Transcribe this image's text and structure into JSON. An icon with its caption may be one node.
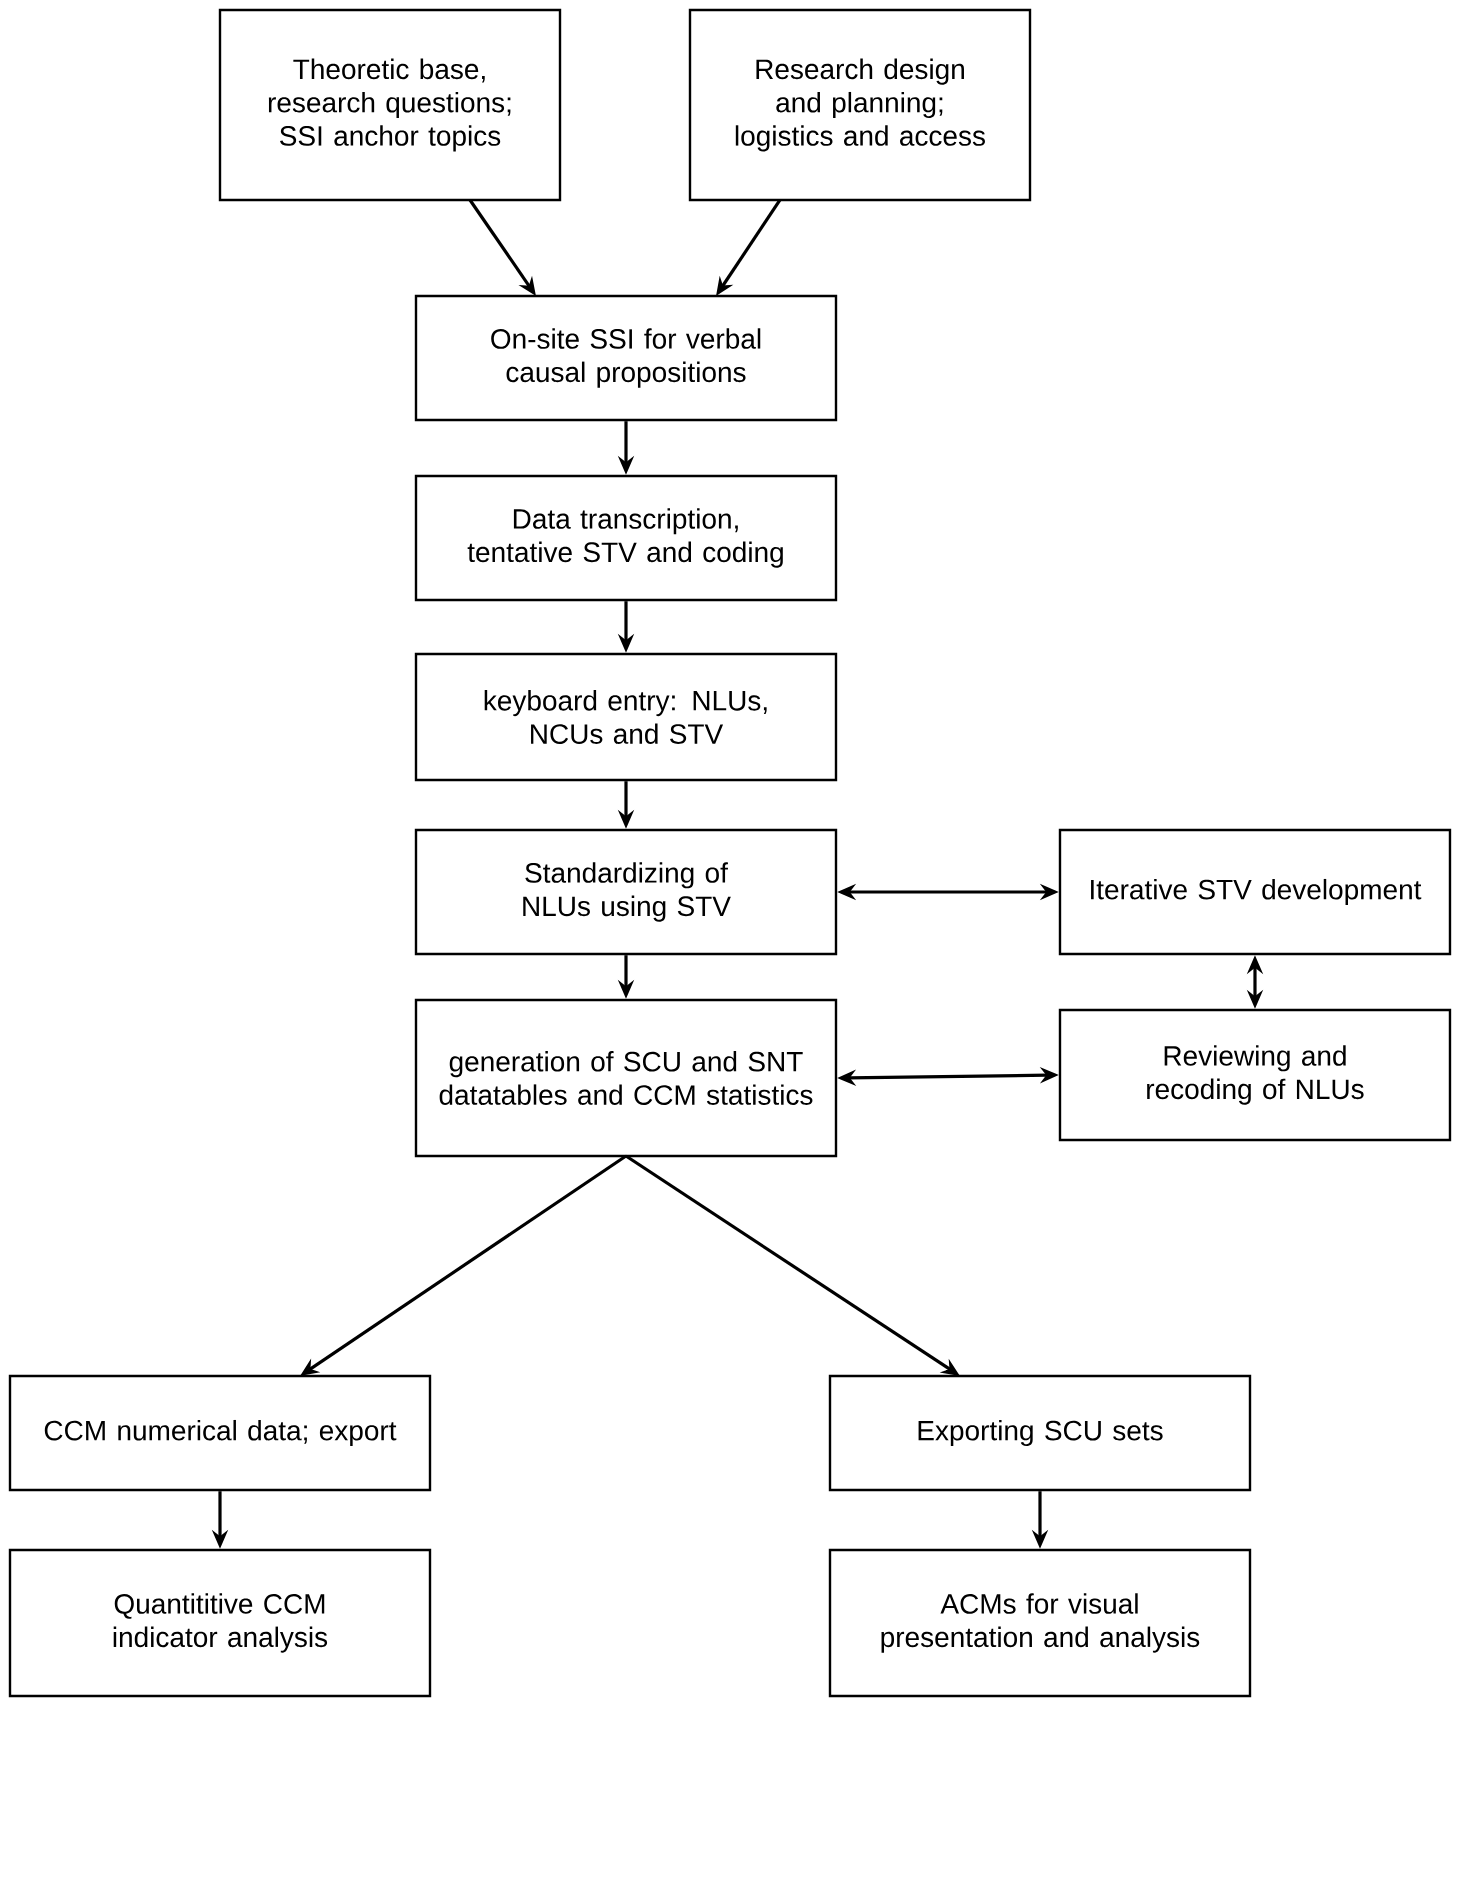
{
  "diagram": {
    "nodes": [
      {
        "text": [
          "Theoretic base, research questions; SSI anchor topics"
        ]
      },
      {
        "text": [
          "Research design and planning; logistics and access"
        ]
      },
      {
        "text": [
          "On-site SSI for verbal causal propositions"
        ]
      },
      {
        "text": [
          "Data transcription, tentative STV and coding"
        ]
      },
      {
        "text": [
          "keyboard entry: NLUs, NCUs and STV"
        ]
      },
      {
        "text": [
          "Standardizing of NLUs using STV"
        ]
      },
      {
        "text": [
          "Iterative STV development"
        ]
      },
      {
        "text": [
          "generation of SCU and SNT datatables and CCM statistics"
        ]
      },
      {
        "text": [
          "Reviewing and recoding of NLUs"
        ]
      },
      {
        "text": [
          "CCM numerical data; export"
        ]
      },
      {
        "text": [
          "Exporting SCU sets"
        ]
      },
      {
        "text": [
          "Quantititive CCM indicator analysis"
        ]
      },
      {
        "text": [
          "ACMs for visual presentation and analysis"
        ]
      }
    ],
    "edges": [
      {
        "from": 0,
        "to": 2,
        "arrow": "to"
      },
      {
        "from": 1,
        "to": 2,
        "arrow": "to"
      },
      {
        "from": 2,
        "to": 3,
        "arrow": "to"
      },
      {
        "from": 3,
        "to": 4,
        "arrow": "to"
      },
      {
        "from": 4,
        "to": 5,
        "arrow": "to"
      },
      {
        "from": 5,
        "to": 7,
        "arrow": "to"
      },
      {
        "from": 5,
        "to": 6,
        "arrow": "both"
      },
      {
        "from": 6,
        "to": 8,
        "arrow": "both"
      },
      {
        "from": 7,
        "to": 8,
        "arrow": "both"
      },
      {
        "from": 7,
        "to": 9,
        "arrow": "to"
      },
      {
        "from": 7,
        "to": 10,
        "arrow": "to"
      },
      {
        "from": 9,
        "to": 11,
        "arrow": "to"
      },
      {
        "from": 10,
        "to": 12,
        "arrow": "to"
      }
    ]
  }
}
